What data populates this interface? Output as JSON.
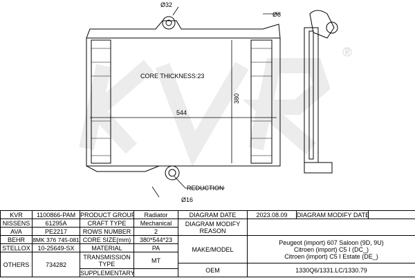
{
  "drawing": {
    "watermark": "KVR",
    "registered": "®",
    "dia_top": "Ø32",
    "dia_small": "Ø8",
    "core_thickness": "CORE THICKNESS:23",
    "width": "544",
    "height": "380",
    "reduction": "REDUCTION",
    "dia_bottom": "Ø16"
  },
  "table": {
    "kvr_label": "KVR",
    "kvr": "1100866-PAM",
    "nissens_label": "NISSENS",
    "nissens": "61295A",
    "ava_label": "AVA",
    "ava": "PE2217",
    "behr_label": "BEHR",
    "behr": "8MK 376 745-081",
    "stellox_label": "STELLOX",
    "stellox": "10-25649-SX",
    "others_label": "OTHERS",
    "others": "734282",
    "product_group_label": "PRODUCT GROUP",
    "product_group": "Radiator",
    "craft_type_label": "CRAFT TYPE",
    "craft_type": "Mechanical",
    "rows_number_label": "ROWS NUMBER",
    "rows_number": "2",
    "core_size_label": "CORE SIZE(mm)",
    "core_size": "380*544*23",
    "material_label": "MATERIAL",
    "material": "PA",
    "transmission_label": "TRANSMISSION TYPE",
    "transmission": "MT",
    "supplementary_label": "SUPPLEMENTARY",
    "supplementary": "",
    "diagram_date_label": "DIAGRAM DATE",
    "diagram_date": "2023.08.09",
    "diagram_modify_date_label": "DIAGRAM MODIFY DATE",
    "diagram_modify_date": "",
    "modify_reason_label": "DIAGRAM MODIFY REASON",
    "modify_reason": "",
    "make_model_label": "MAKE/MODEL",
    "make_model": [
      "Peugeot (import) 607 Saloon (9D, 9U)",
      "Citroen (import) C5 I (DC_)",
      "Citroen (import) C5 I Estate (DE_)"
    ],
    "oem_label": "OEM",
    "oem": "1330Q6/1331.LC/1330.79"
  }
}
